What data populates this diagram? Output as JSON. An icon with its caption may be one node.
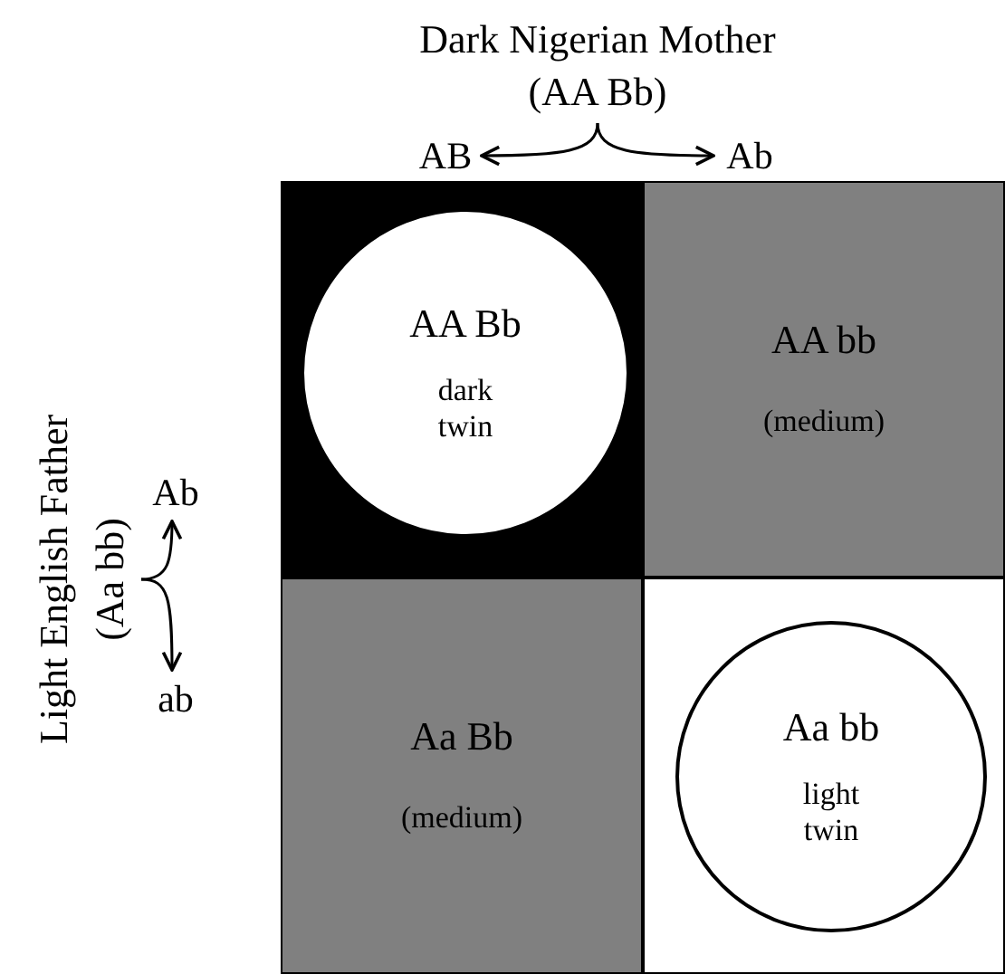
{
  "diagram": {
    "nodes": [
      {
        "text": [
          "Dark Nigerian Mother",
          "(AA Bb)"
        ]
      },
      {
        "text": [
          "AB"
        ]
      },
      {
        "text": [
          "Ab"
        ]
      },
      {
        "text": [
          "Light English Father",
          "(Aa bb)"
        ]
      },
      {
        "text": [
          "Ab"
        ]
      },
      {
        "text": [
          "ab"
        ]
      },
      {
        "text": [],
        "shape": "box"
      },
      {
        "text": [
          "AA Bb",
          "dark twin"
        ],
        "in": 6
      },
      {
        "text": [
          "AA bb",
          "(medium)"
        ]
      },
      {
        "text": [
          "Aa Bb",
          "(medium)"
        ]
      },
      {
        "text": [],
        "shape": "box"
      },
      {
        "text": [
          "Aa bb",
          "light twin"
        ],
        "in": 10
      }
    ],
    "edges": [
      {
        "from": 0,
        "to": 1,
        "arrow": "to"
      },
      {
        "from": 0,
        "to": 2,
        "arrow": "to"
      },
      {
        "from": 3,
        "to": 4,
        "arrow": "to"
      },
      {
        "from": 3,
        "to": 5,
        "arrow": "to"
      }
    ]
  }
}
